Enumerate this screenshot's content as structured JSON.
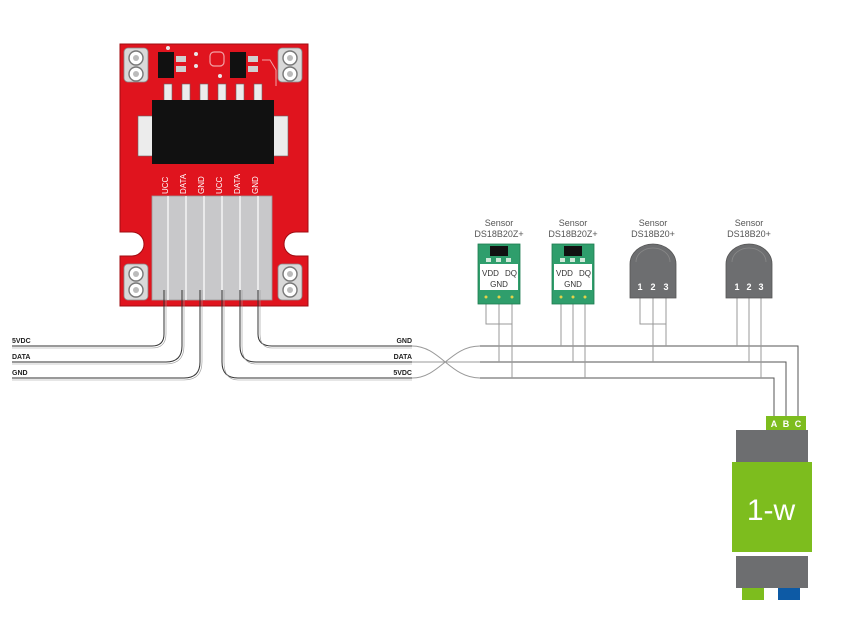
{
  "board": {
    "pin_labels": [
      "UCC",
      "DATA",
      "GND",
      "UCC",
      "DATA",
      "GND"
    ],
    "board_color": "#e0141e",
    "chip_color": "#111111",
    "terminal_color": "#c8c8ca"
  },
  "wires": {
    "left_labels": [
      "5VDC",
      "DATA",
      "GND"
    ],
    "right_labels": [
      "GND",
      "DATA",
      "5VDC"
    ]
  },
  "sensors": [
    {
      "title": "Sensor",
      "model": "DS18B20Z+",
      "kind": "smd",
      "pins": [
        "VDD",
        "DQ",
        "GND"
      ]
    },
    {
      "title": "Sensor",
      "model": "DS18B20Z+",
      "kind": "smd",
      "pins": [
        "VDD",
        "DQ",
        "GND"
      ]
    },
    {
      "title": "Sensor",
      "model": "DS18B20+",
      "kind": "to92",
      "pins": [
        "1",
        "2",
        "3"
      ]
    },
    {
      "title": "Sensor",
      "model": "DS18B20+",
      "kind": "to92",
      "pins": [
        "1",
        "2",
        "3"
      ]
    }
  ],
  "module": {
    "terminals": [
      "A",
      "B",
      "C"
    ],
    "label": "1-w",
    "green": "#7dbd1e",
    "gray": "#6d6e70",
    "blue": "#0d5aa5"
  }
}
